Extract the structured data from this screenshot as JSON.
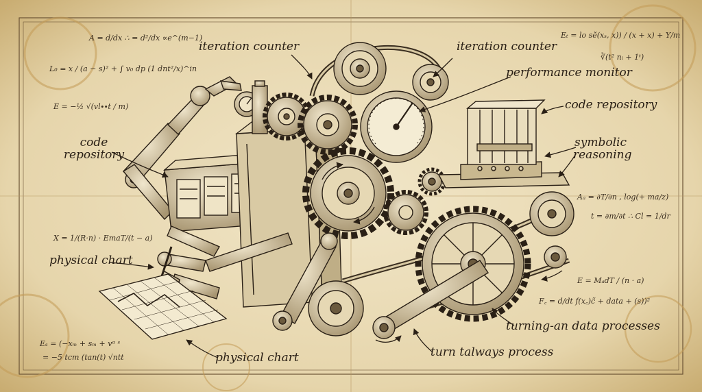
{
  "labels": {
    "iteration_counter_left": "iteration counter",
    "iteration_counter_right": "iteration counter",
    "performance_monitor": "performance monitor",
    "code_repository_right": "code repository",
    "code_repository_left_l1": "code",
    "code_repository_left_l2": "repository",
    "symbolic_reasoning_l1": "symbolic",
    "symbolic_reasoning_l2": "reasoning",
    "physical_chart_left": "physical chart",
    "physical_chart_bottom": "physical chart",
    "turning_data_processes": "turning-an data processes",
    "turn_talways_process": "turn talways process"
  },
  "equations": {
    "tl1": "A = d/dx ∴ = d²/dx ∝e^(m−1)",
    "tl2": "L₀ = x / (a − s)² + ∫ v₀ dp (1 dnt²/x)^in",
    "tl3": "E = −½ √(vl∙∙t / m)",
    "tr1": "Eₜ = lo sĕ(xₛ, x)) / (x + x) + Y/m",
    "tr2": "∛(t² nᵢ + 1ᵗ)",
    "ml1": "X = 1/(R·n) · EmaT/(t − a)",
    "mr1": "Aₐ = ∂T/∂n , log(+ ma/z)",
    "mr2": "t = ∂m/∂t ∴ Cl = 1/dr",
    "br1": "E = MₐdT / (n · a)",
    "br2": "F꜀ = d/dt f(x꜀)c̃ + data + (s))²",
    "bl1": "Eₛ = (−xₘ + sₘ + vᵅ ˢ",
    "bl2": "= −5 tcm (tan(t) √ntt"
  },
  "colors": {
    "paper": "#e9dcba",
    "stain": "#c9a86a",
    "ink": "#2a2016",
    "metal": "#d8c9a2",
    "metal_dark": "#8c7a5a"
  }
}
